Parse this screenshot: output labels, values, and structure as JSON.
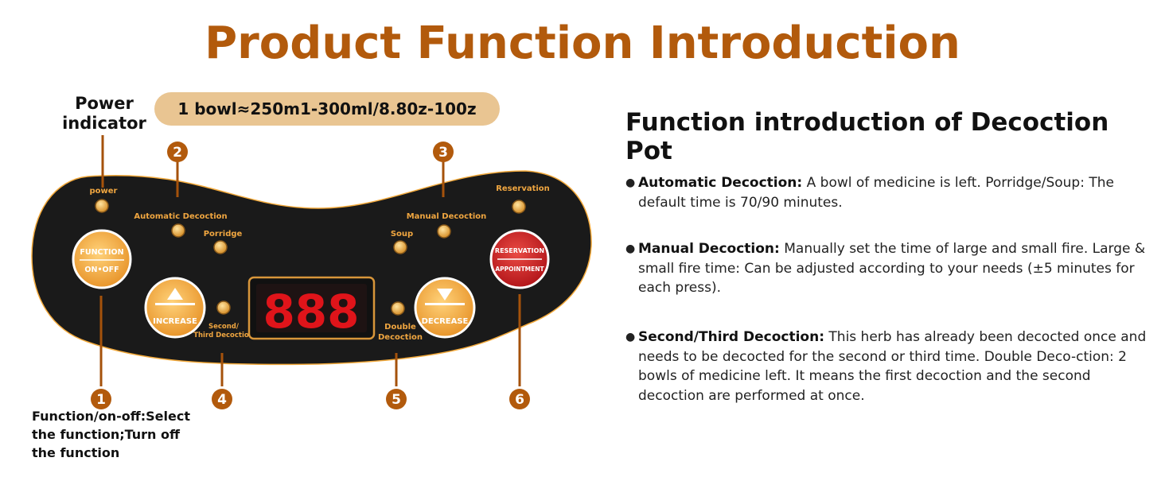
{
  "title": "Product Function Introduction",
  "power_indicator_label": "Power indicator",
  "capacity_pill": "1 bowl≈250m1-300ml/8.80z-100z",
  "panel": {
    "colors": {
      "panel": "#1a1a1a",
      "accent_orange": "#f2a93b",
      "indicator_text": "#f0a640",
      "callout": "#a5520b",
      "display_red": "#e0141a",
      "reservation_red": "#c8201f"
    },
    "indicators": {
      "power": "power",
      "automatic": "Automatic Decoction",
      "porridge": "Porridge",
      "soup": "Soup",
      "manual": "Manual Decoction",
      "reservation": "Reservation",
      "second_third_line1": "Second/",
      "second_third_line2": "Third Decoction",
      "double_line1": "Double",
      "double_line2": "Decoction"
    },
    "buttons": {
      "function_line1": "FUNCTION",
      "function_line2": "ON•OFF",
      "increase": "INCREASE",
      "decrease": "DECREASE",
      "reservation_line1": "RESERVATION",
      "reservation_line2": "APPOINTMENT"
    },
    "display": "888",
    "callout_numbers": [
      "1",
      "2",
      "3",
      "4",
      "5",
      "6"
    ]
  },
  "callout1_text": "Function/on-off:Select the function;Turn off the function",
  "right": {
    "heading": "Function introduction of Decoction Pot",
    "bullet_symbol": "●",
    "features": [
      {
        "name": "Automatic Decoction:",
        "text": " A bowl of medicine is left. Porridge/Soup: The default time is 70/90 minutes."
      },
      {
        "name": "Manual Decoction:",
        "text": " Manually set the time of large and small fire. Large & small fire time: Can be adjusted according to your needs (±5 minutes for each press)."
      },
      {
        "name": "Second/Third Decoction:",
        "text": " This herb has already been decocted once and needs to be decocted for the second or third time. Double Deco-ction: 2 bowls of medicine left. It means the first decoction and the second decoction are performed at once."
      }
    ]
  }
}
